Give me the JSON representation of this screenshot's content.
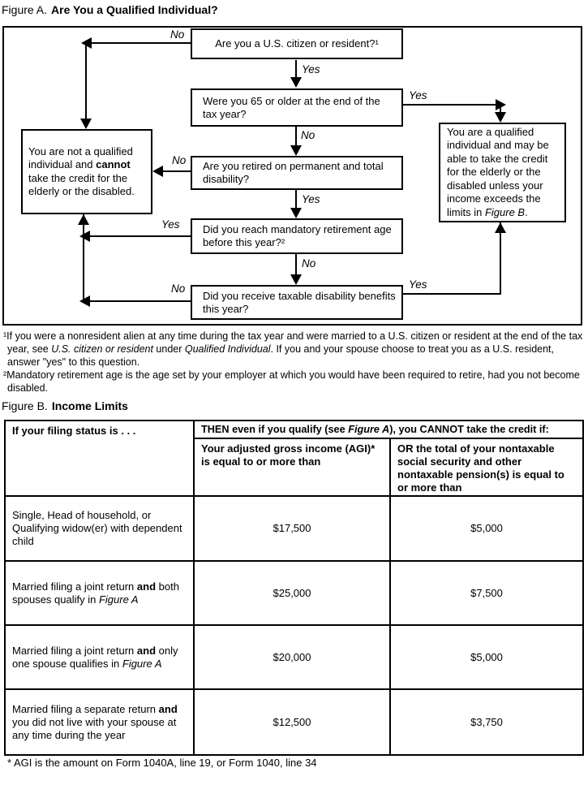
{
  "figure_a": {
    "prefix": "Figure A.",
    "title": "Are You a Qualified Individual?"
  },
  "flowchart": {
    "questions": {
      "citizen": "Are you a U.S. citizen or resident?¹",
      "age65": "Were you 65 or older at the end of the tax year?",
      "retired": "Are you retired on permanent and total disability?",
      "mandatory": "Did you reach mandatory retirement age before this year?²",
      "taxable": "Did you receive taxable disability benefits this year?"
    },
    "not_qualified": {
      "pre": "You are not a qualified individual and ",
      "bold": "cannot",
      "post": " take the credit for the elderly or the disabled."
    },
    "qualified": {
      "pre": "You are a qualified individual and may be able to take the credit for the elderly or the disabled unless your income exceeds the limits in ",
      "italic": "Figure B",
      "post": "."
    },
    "labels": {
      "q1_no": "No",
      "q1_yes": "Yes",
      "q2_yes": "Yes",
      "q2_no": "No",
      "q3_no": "No",
      "q3_yes": "Yes",
      "q4_yes": "Yes",
      "q4_no": "No",
      "q5_no": "No",
      "q5_yes": "Yes"
    }
  },
  "footnotes": {
    "fn1_pre": "¹If you were a nonresident alien at any time during the tax year and were married to a U.S. citizen or resident at the end of the tax year, see ",
    "fn1_italic1": "U.S. citizen or resident",
    "fn1_mid": " under ",
    "fn1_italic2": "Qualified Individual",
    "fn1_post": ". If you and your spouse choose to treat you as a U.S. resident, answer \"yes\" to this question.",
    "fn2": "²Mandatory retirement age is the age set by your employer at which you would have been required to retire, had you not become disabled."
  },
  "figure_b": {
    "prefix": "Figure B.",
    "title": "Income Limits"
  },
  "table": {
    "header": {
      "filing_status": "If your filing status is . . .",
      "then_pre": "THEN even if you qualify (see ",
      "then_italic": "Figure A",
      "then_post": "), you CANNOT take the credit if:",
      "agi": "Your adjusted gross income (AGI)* is equal to or more than",
      "pension": "OR the total of your nontaxable social security and other nontaxable pension(s) is equal to or more than"
    },
    "rows": [
      {
        "pre": "Single, Head of household, or Qualifying widow(er) with dependent child",
        "bold": "",
        "mid": "",
        "italic": "",
        "agi": "$17,500",
        "pension": "$5,000"
      },
      {
        "pre": "Married filing a joint return ",
        "bold": "and",
        "mid": " both spouses qualify in ",
        "italic": "Figure A",
        "agi": "$25,000",
        "pension": "$7,500"
      },
      {
        "pre": "Married filing a joint return ",
        "bold": "and",
        "mid": " only one spouse qualifies in ",
        "italic": "Figure A",
        "agi": "$20,000",
        "pension": "$5,000"
      },
      {
        "pre": "Married filing a separate return ",
        "bold": "and",
        "mid": " you did not live with your spouse at any time during the year",
        "italic": "",
        "agi": "$12,500",
        "pension": "$3,750"
      }
    ]
  },
  "table_footnote": "* AGI is the amount on Form 1040A, line 19, or Form 1040, line 34"
}
